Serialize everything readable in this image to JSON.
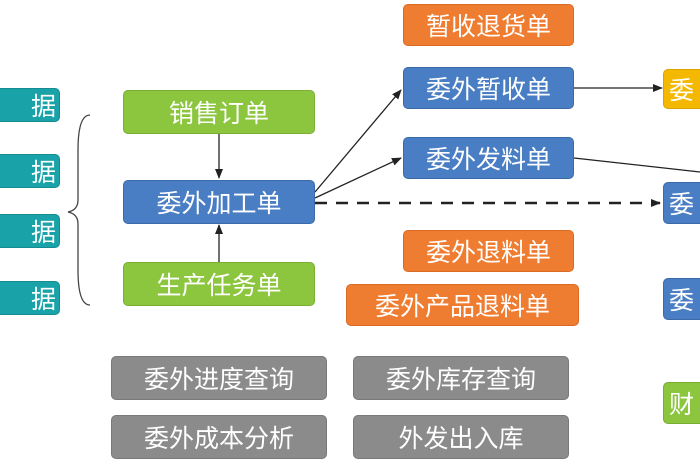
{
  "colors": {
    "teal": "#1aa2a9",
    "green": "#8cc63f",
    "blue": "#4a7ec4",
    "orange": "#ef7d31",
    "gray": "#8b8b8b",
    "gold": "#f5b800",
    "connector": "#222222"
  },
  "left_docs": [
    "据",
    "据",
    "据",
    "据"
  ],
  "center": {
    "sales_order": "销售订单",
    "outsourcing_order": "委外加工单",
    "production_task": "生产任务单"
  },
  "middle": {
    "temp_return": "暂收退货单",
    "outsourcing_temp_receipt": "委外暂收单",
    "outsourcing_material_issue": "委外发料单",
    "outsourcing_material_return": "委外退料单",
    "outsourcing_product_return": "委外产品退料单"
  },
  "reports": {
    "progress_query": "委外进度查询",
    "inventory_query": "委外库存查询",
    "cost_analysis": "委外成本分析",
    "external_stock_out": "外发出入库"
  },
  "right_partial": {
    "top": "委",
    "middle": "委",
    "lower": "委",
    "bottom": "财"
  }
}
